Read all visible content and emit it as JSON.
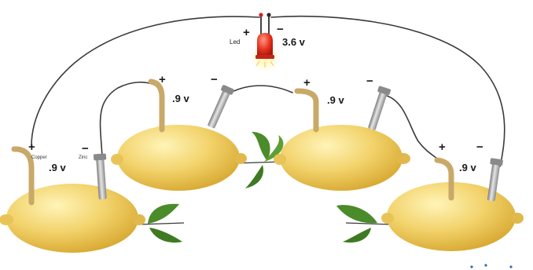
{
  "led": {
    "label": "Led",
    "plus": "+",
    "minus": "−",
    "voltage": "3.6 v"
  },
  "cells": [
    {
      "plus": "+",
      "minus": "−",
      "voltage": ".9 v",
      "copper_label": "Copper",
      "zinc_label": "Zinc"
    },
    {
      "plus": "+",
      "minus": "−",
      "voltage": ".9 v"
    },
    {
      "plus": "+",
      "minus": "−",
      "voltage": ".9 v"
    },
    {
      "plus": "+",
      "minus": "−",
      "voltage": ".9 v"
    }
  ],
  "colors": {
    "lemon": "#f2d26a",
    "lemon_shade": "#d9ab35",
    "copper": "#c9a968",
    "zinc": "#a9a9a9",
    "wire": "#3a3a3a",
    "led": "#e8321e",
    "leaf": "#3e7a22"
  }
}
